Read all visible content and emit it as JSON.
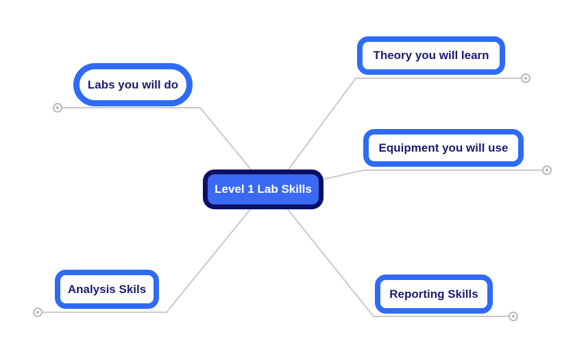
{
  "mindmap": {
    "central": {
      "label": "Level 1 Lab Skills"
    },
    "branches": [
      {
        "id": "labs",
        "label": "Labs you will do"
      },
      {
        "id": "theory",
        "label": "Theory you will learn"
      },
      {
        "id": "equipment",
        "label": "Equipment you will use"
      },
      {
        "id": "analysis",
        "label": "Analysis Skils"
      },
      {
        "id": "reporting",
        "label": "Reporting Skills"
      }
    ]
  },
  "colors": {
    "accent_blue": "#2e6bf6",
    "central_fill": "#3b69f4",
    "navy_border": "#0a1063",
    "label_text": "#1a1b6e",
    "connector_gray": "#c9c9c9",
    "endpoint_gray": "#b9b9b9",
    "background": "#ffffff"
  }
}
